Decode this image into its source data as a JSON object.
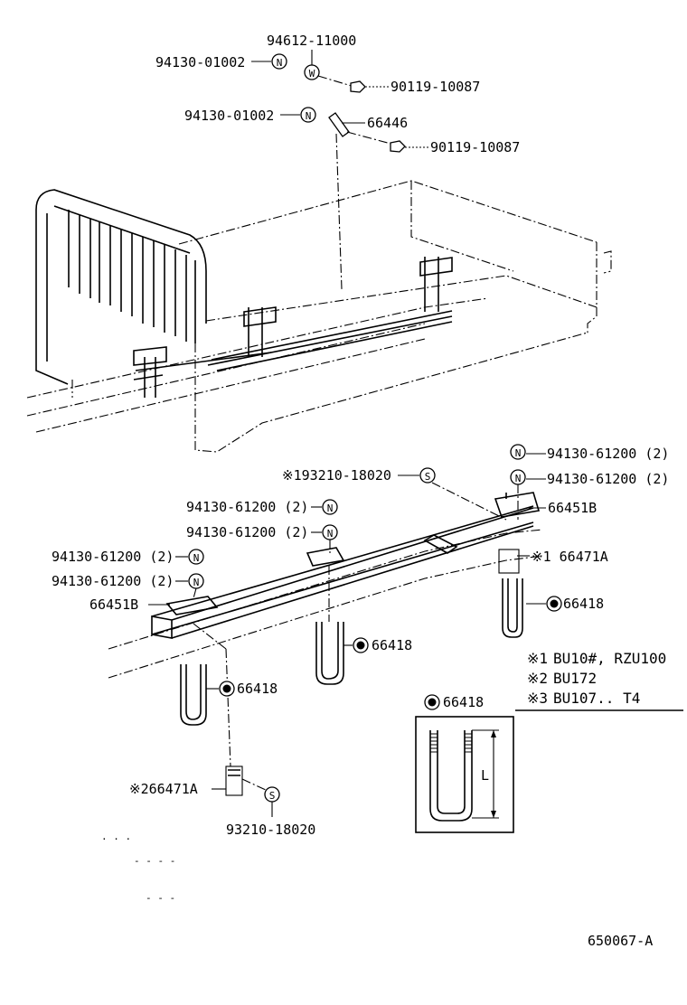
{
  "callouts": {
    "p94612_top": "94612-11000",
    "p94130_a": "94130-01002",
    "p90119_a": "90119-10087",
    "p94130_b": "94130-01002",
    "p66446": "66446",
    "p90119_b": "90119-10087",
    "r94130_1": "94130-61200 (2)",
    "r94130_2": "94130-61200 (2)",
    "p93210_star1": "※193210-18020",
    "p66451B_r": "66451B",
    "m94130_1": "94130-61200 (2)",
    "m94130_2": "94130-61200 (2)",
    "l94130_1": "94130-61200 (2)",
    "l94130_2": "94130-61200 (2)",
    "p66471A_r": "※1 66471A",
    "p66451B_l": "66451B",
    "p66418_r": "66418",
    "p66418_m": "66418",
    "p66418_l": "66418",
    "p66418_box": "66418",
    "p66471A_l": "※266471A",
    "p93210_b": "93210-18020",
    "box_dim": "L",
    "fig": "650067-A"
  },
  "symbols": {
    "n": "N",
    "w": "W",
    "s": "S"
  },
  "notes": [
    {
      "mark": "※1",
      "text": "BU10#, RZU100"
    },
    {
      "mark": "※2",
      "text": "BU172"
    },
    {
      "mark": "※3",
      "text": "BU107.. T4"
    }
  ],
  "legend_marks": [
    ". . .",
    "- - - -",
    "- - -"
  ]
}
